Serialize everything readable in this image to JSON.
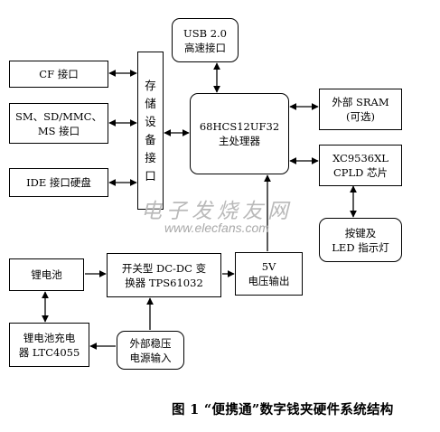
{
  "boxes": {
    "usb": "USB 2.0\n高速接口",
    "cf": "CF 接口",
    "sm": "SM、SD/MMC、\nMS 接口",
    "ide": "IDE 接口硬盘",
    "storage": [
      "存",
      "储",
      "设",
      "备",
      "接",
      "口"
    ],
    "mcu": "68HCS12UF32\n主处理器",
    "sram": "外部 SRAM\n(可选)",
    "cpld": "XC9536XL\nCPLD 芯片",
    "keys": "按键及\nLED 指示灯",
    "battery": "锂电池",
    "dcdc": "开关型 DC-DC 变\n换器 TPS61032",
    "vout": "5V\n电压输出",
    "charger": "锂电池充电\n器 LTC4055",
    "ext_power": "外部稳压\n电源输入"
  },
  "watermark": {
    "cn": "电子发烧友网",
    "url": "www.elecfans.com"
  },
  "caption": "图 1   “便携通”数字钱夹硬件系统结构"
}
